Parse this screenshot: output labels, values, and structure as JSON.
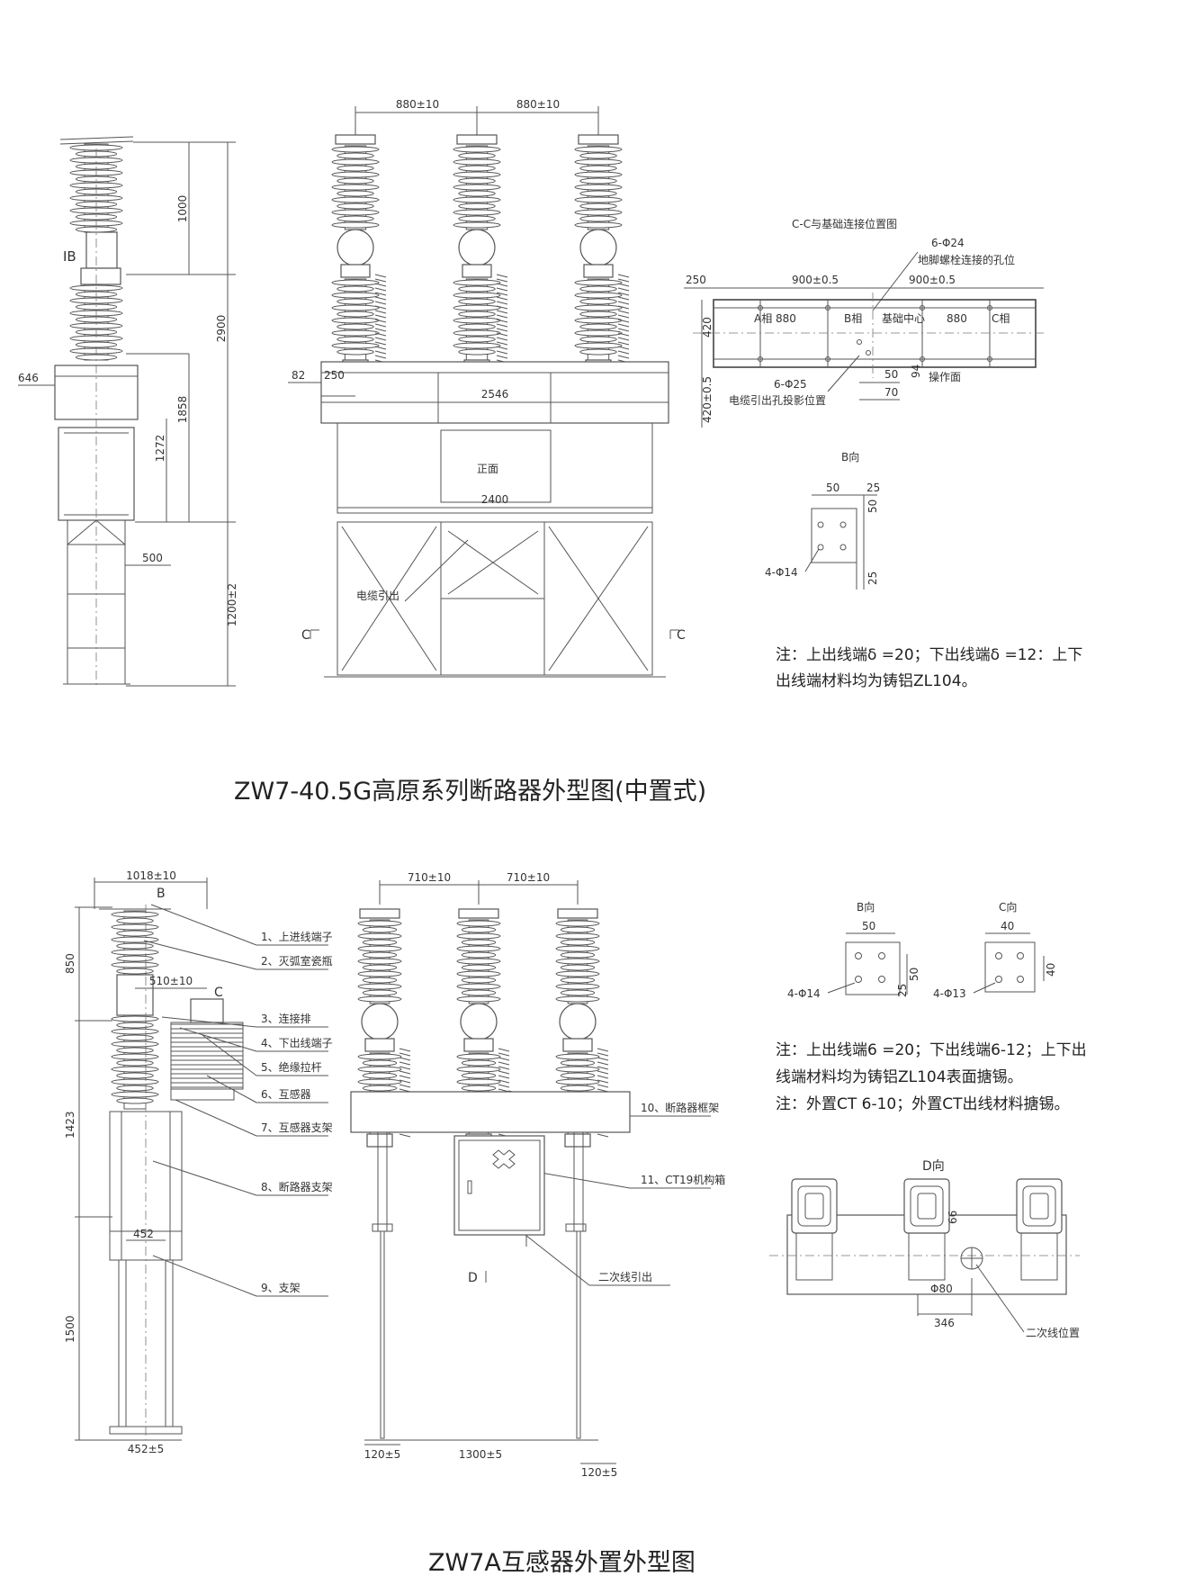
{
  "top": {
    "dims": {
      "pitch1": "880±10",
      "pitch2": "880±10",
      "side_1000": "1000",
      "side_2900": "2900",
      "side_1858": "1858",
      "side_1272": "1272",
      "side_1200": "1200±2",
      "side_646": "646",
      "side_500": "500",
      "front_82": "82",
      "front_250": "250",
      "front_2546": "2546",
      "front_2400": "2400"
    },
    "labels": {
      "ib": "IB",
      "front_face": "正面",
      "cable_out": "电缆引出",
      "sec_c_left": "C",
      "sec_c_right": "C"
    },
    "cc": {
      "title": "C-C与基础连接位置图",
      "hole_24": "6-Φ24",
      "anchor_note": "地脚螺栓连接的孔位",
      "d250": "250",
      "d900a": "900±0.5",
      "d900b": "900±0.5",
      "d420": "420",
      "d420b": "420±0.5",
      "phase_a": "A相  880",
      "phase_b": "B相",
      "base_center": "基础中心",
      "d880b": "880",
      "phase_c": "C相",
      "hole_25": "6-Φ25",
      "cable_proj": "电缆引出孔投影位置",
      "d50": "50",
      "d94": "94",
      "d70": "70",
      "op_face": "操作面"
    },
    "b_view": {
      "title": "B向",
      "d50a": "50",
      "d25a": "25",
      "d50b": "50",
      "d25b": "25",
      "holes": "4-Φ14"
    },
    "note_line1": "注：上出线端δ =20；下出线端δ =12：上下",
    "note_line2": "出线端材料均为铸铝ZL104。",
    "title": "ZW7-40.5G高原系列断路器外型图(中置式)"
  },
  "bottom": {
    "dims": {
      "d1018": "1018±10",
      "d510": "510±10",
      "d850": "850",
      "d1423": "1423",
      "d1500": "1500",
      "d452": "452",
      "d452b": "452±5",
      "pitch1": "710±10",
      "pitch2": "710±10",
      "d120a": "120±5",
      "d1300": "1300±5",
      "d120b": "120±5"
    },
    "labels": {
      "b": "B",
      "c": "C",
      "d": "D"
    },
    "parts": [
      "1、上进线端子",
      "2、灭弧室瓷瓶",
      "3、连接排",
      "4、下出线端子",
      "5、绝缘拉杆",
      "6、互感器",
      "7、互感器支架",
      "8、断路器支架",
      "9、支架",
      "10、断路器框架",
      "11、CT19机构箱"
    ],
    "secondary_out": "二次线引出",
    "b_view": {
      "title": "B向",
      "d50": "50",
      "d50b": "50",
      "d25": "25",
      "holes": "4-Φ14"
    },
    "c_view": {
      "title": "C向",
      "d40": "40",
      "d40b": "40",
      "holes": "4-Φ13"
    },
    "note_line1": "注：上出线端6 =20；下出线端6-12；上下出",
    "note_line2": "线端材料均为铸铝ZL104表面搪锡。",
    "note_line3": "注：外置CT 6-10；外置CT出线材料搪锡。",
    "d_view": {
      "title": "D向",
      "d66": "66",
      "phi80": "Φ80",
      "d346": "346",
      "secondary_pos": "二次线位置"
    },
    "title": "ZW7A互感器外置外型图"
  }
}
